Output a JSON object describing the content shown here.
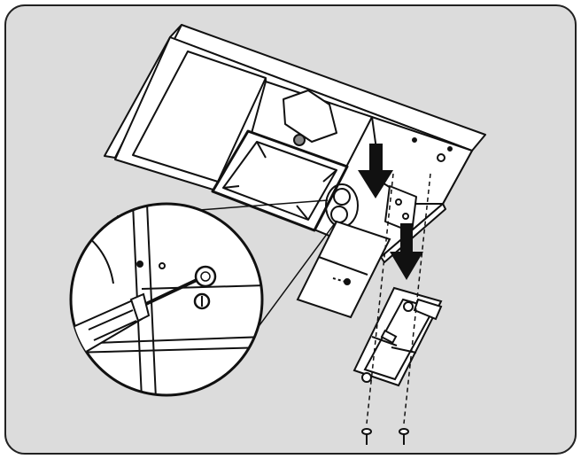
{
  "figure": {
    "background_color": "#dcdcdc",
    "border_color": "#222222",
    "line_color": "#111111",
    "fill_color": "#ffffff",
    "arrow_color": "#111111",
    "icons": [
      "range-hood",
      "screwdriver",
      "screw",
      "mounting-bracket",
      "arrow-down",
      "magnifier-inset"
    ]
  }
}
